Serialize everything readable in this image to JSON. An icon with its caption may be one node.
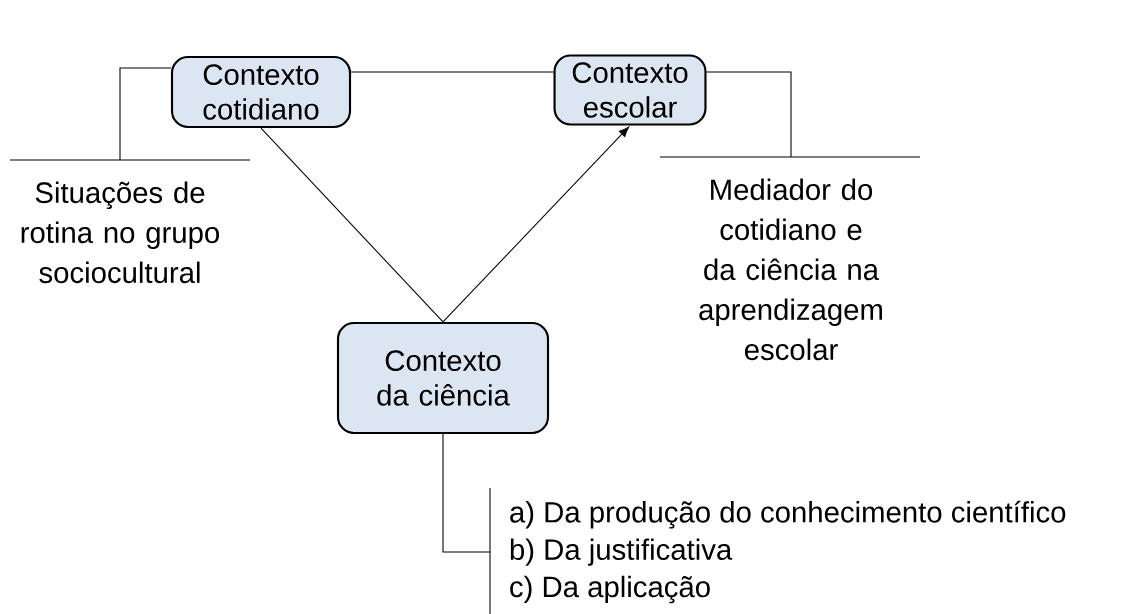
{
  "diagram": {
    "nodes": [
      {
        "text": [
          "Contexto cotidiano"
        ]
      },
      {
        "text": [
          "Contexto escolar"
        ]
      },
      {
        "text": [
          "Contexto da ciência"
        ]
      },
      {
        "text": [
          "Situações de rotina no grupo sociocultural"
        ]
      },
      {
        "text": [
          "Mediador do cotidiano e da ciência na aprendizagem escolar"
        ]
      },
      {
        "text": [
          "a) Da produção do conhecimento científico",
          "b) Da justificativa",
          "c) Da aplicação"
        ]
      }
    ],
    "edges": [
      {
        "from": 0,
        "to": 1,
        "arrow": "none"
      },
      {
        "from": 0,
        "to": 2,
        "arrow": "none"
      },
      {
        "from": 2,
        "to": 1,
        "arrow": "to"
      },
      {
        "from": 3,
        "to": 0,
        "arrow": "none"
      },
      {
        "from": 4,
        "to": 1,
        "arrow": "none"
      },
      {
        "from": 5,
        "to": 2,
        "arrow": "none"
      }
    ]
  }
}
